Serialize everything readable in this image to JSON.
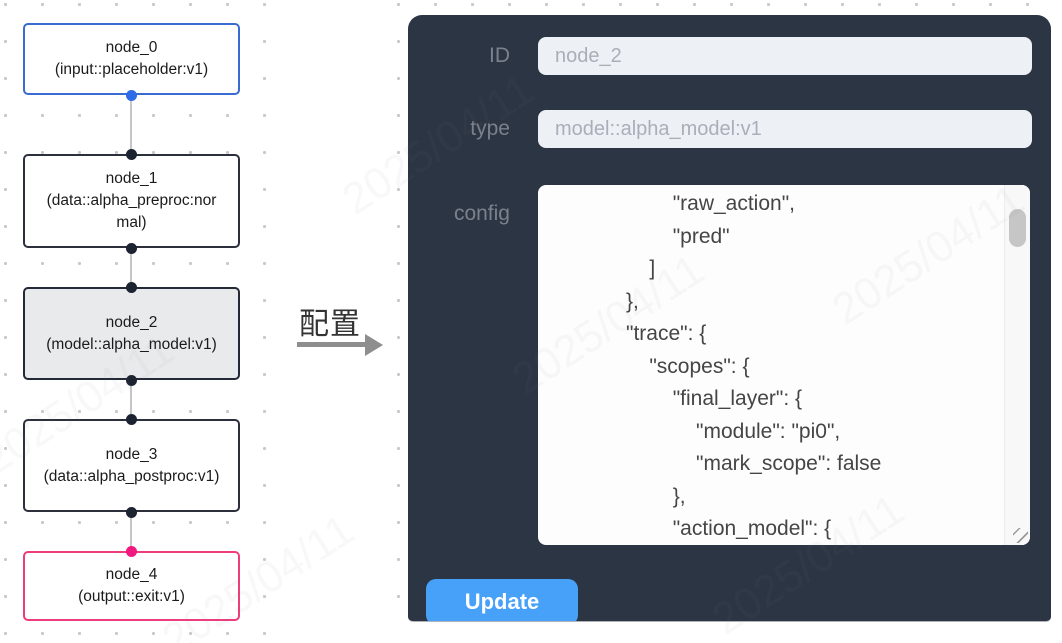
{
  "flow": {
    "nodes": [
      {
        "id": "node_0",
        "type_label": "(input::placeholder:v1)",
        "variant": "input",
        "port_bottom": "blue"
      },
      {
        "id": "node_1",
        "type_label": "(data::alpha_preproc:normal)",
        "variant": "default",
        "port_top": "dark",
        "port_bottom": "dark"
      },
      {
        "id": "node_2",
        "type_label": "(model::alpha_model:v1)",
        "variant": "selected",
        "port_top": "dark",
        "port_bottom": "dark"
      },
      {
        "id": "node_3",
        "type_label": "(data::alpha_postproc:v1)",
        "variant": "default",
        "port_top": "dark",
        "port_bottom": "dark"
      },
      {
        "id": "node_4",
        "type_label": "(output::exit:v1)",
        "variant": "output",
        "port_top": "pink"
      }
    ],
    "colors": {
      "input_border": "#3a6bd3",
      "default_border": "#2b303c",
      "selected_border": "#232936",
      "selected_background": "#e9eaeb",
      "output_border": "#ee3d7d",
      "port_blue": "#2e6be6",
      "port_dark": "#1c2331",
      "port_pink": "#f1197e",
      "edge": "#c6c6c6"
    }
  },
  "transition": {
    "label": "配置",
    "arrow_color": "#8e8e8e"
  },
  "panel": {
    "background": "#2c3544",
    "fields": [
      {
        "label": "ID",
        "value": "node_2"
      },
      {
        "label": "type",
        "value": "model::alpha_model:v1"
      }
    ],
    "config": {
      "label": "config",
      "text": "                    \"raw_action\",\n                    \"pred\"\n                ]\n            },\n            \"trace\": {\n                \"scopes\": {\n                    \"final_layer\": {\n                        \"module\": \"pi0\",\n                        \"mark_scope\": false\n                    },\n                    \"action_model\": {"
    },
    "update_button": {
      "label": "Update",
      "color": "#47a1f8"
    }
  },
  "watermark": "2025/04/11"
}
